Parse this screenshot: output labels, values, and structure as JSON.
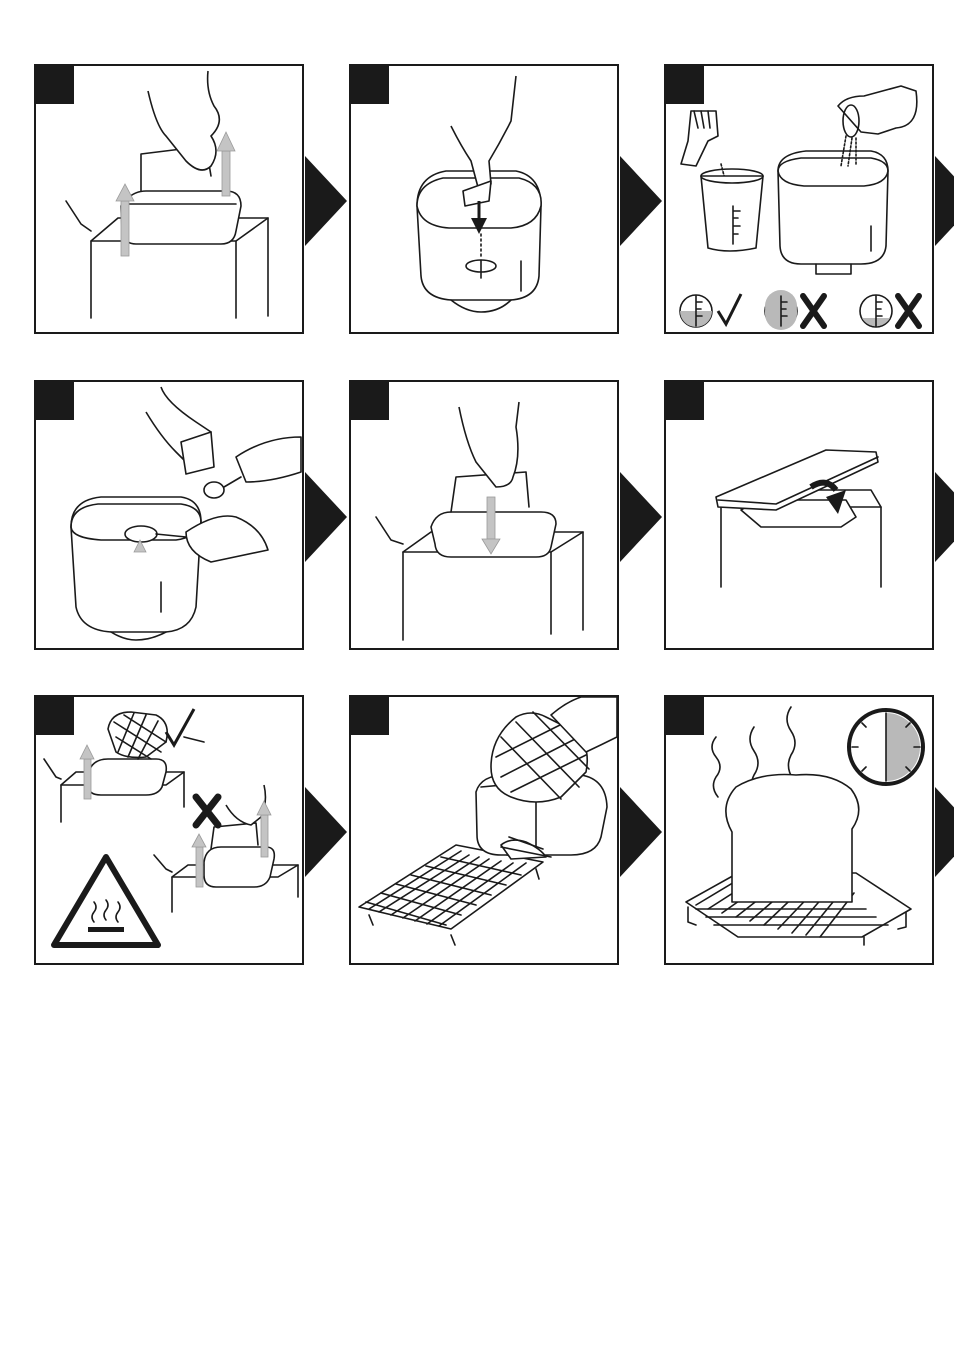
{
  "page": {
    "background": "#ffffff",
    "ink": "#1a1a1a",
    "accent_grey": "#c4c4c4"
  },
  "steps": [
    {
      "id": 1,
      "icon": "lift-bread-pan-out-icon"
    },
    {
      "id": 2,
      "icon": "insert-kneading-paddle-icon"
    },
    {
      "id": 3,
      "icon": "add-water-and-flour-icon",
      "checks": [
        "check-mark-icon",
        "cross-mark-icon",
        "cross-mark-icon"
      ]
    },
    {
      "id": 4,
      "icon": "add-yeast-and-salt-icon"
    },
    {
      "id": 5,
      "icon": "insert-bread-pan-icon"
    },
    {
      "id": 6,
      "icon": "close-lid-icon"
    },
    {
      "id": 7,
      "icon": "remove-pan-with-oven-glove-icon",
      "checks": [
        "check-mark-icon",
        "cross-mark-icon"
      ],
      "warning": "hot-surface-warning-icon"
    },
    {
      "id": 8,
      "icon": "turn-out-bread-on-rack-icon"
    },
    {
      "id": 9,
      "icon": "cool-bread-on-rack-icon",
      "timer": "clock-icon"
    }
  ]
}
